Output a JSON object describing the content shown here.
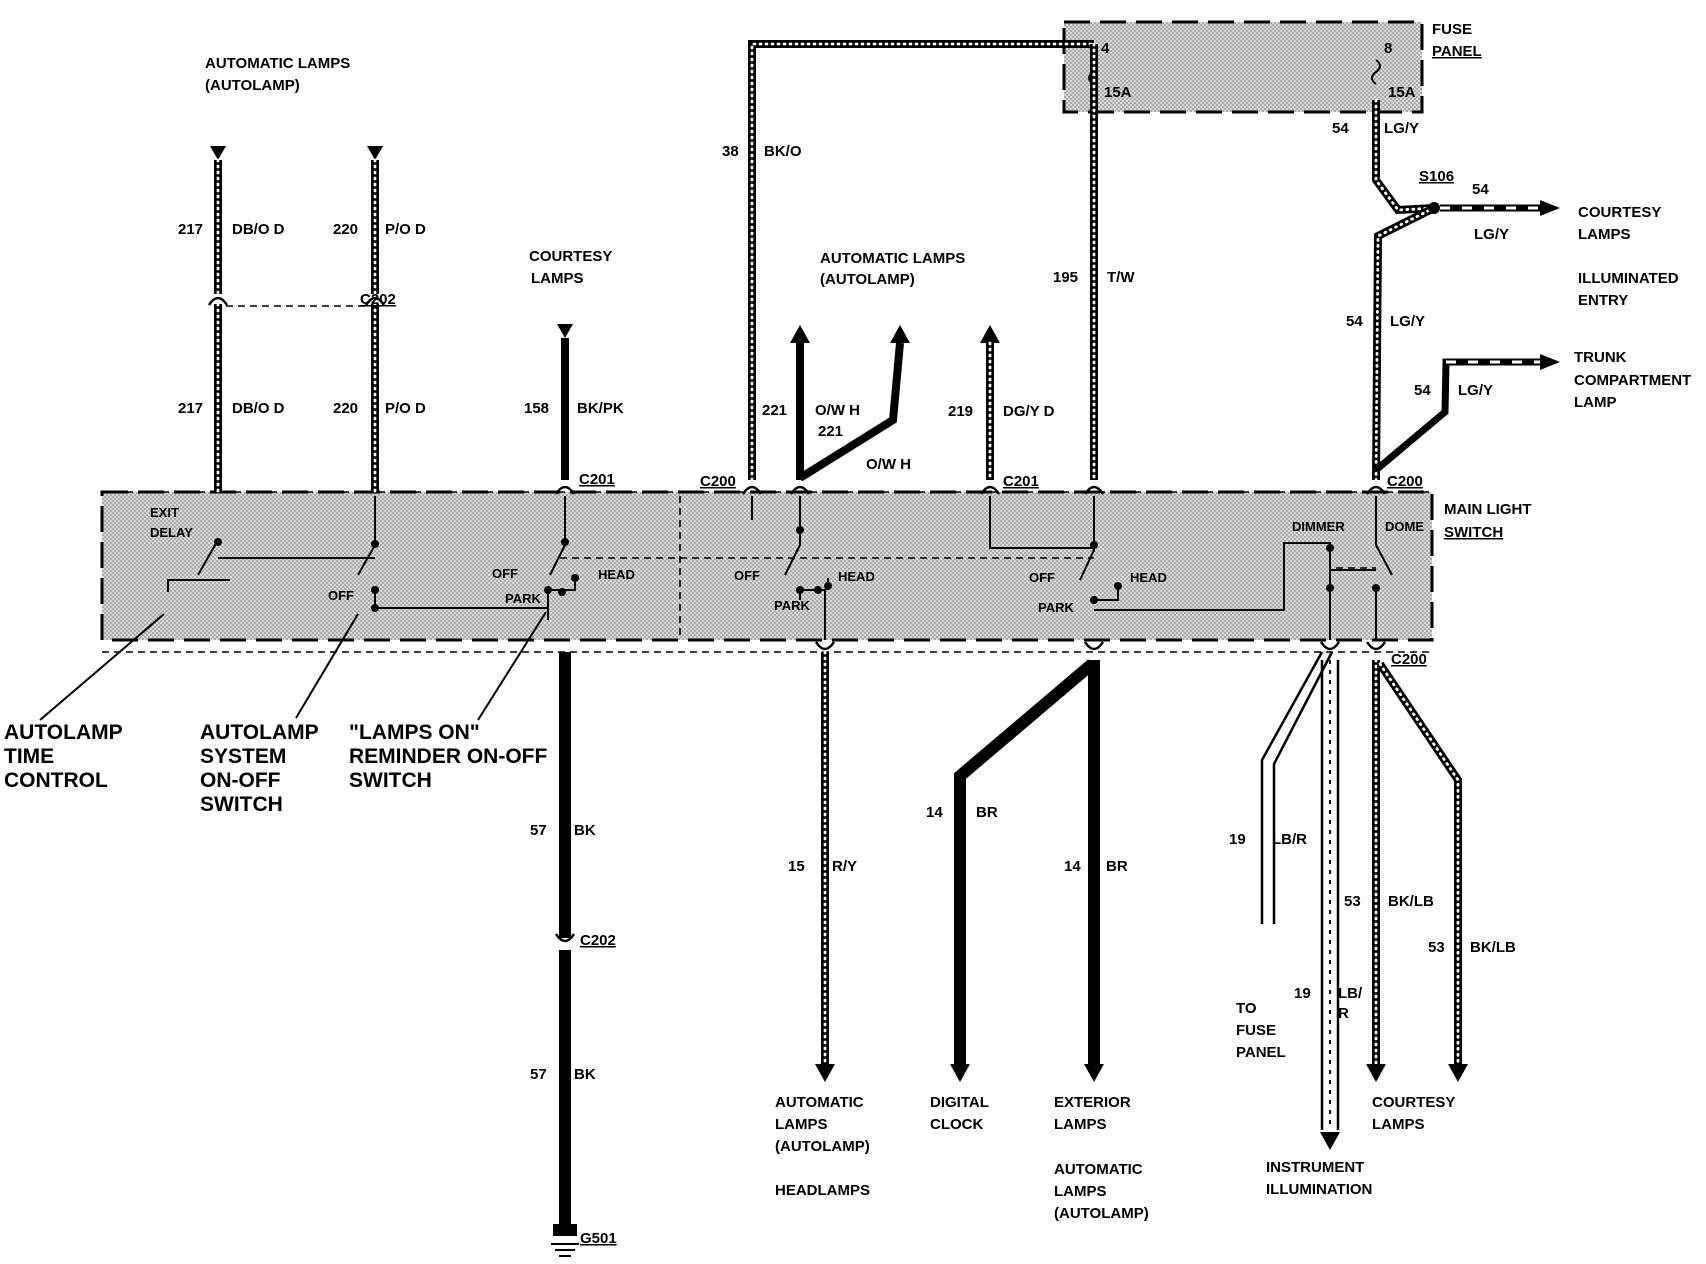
{
  "title_left": [
    "AUTOMATIC LAMPS",
    "(AUTOLAMP)"
  ],
  "title_mid": [
    "AUTOMATIC LAMPS",
    "(AUTOLAMP)"
  ],
  "fuse_panel": {
    "label": [
      "FUSE",
      "PANEL"
    ],
    "fuse_a_num": "4",
    "fuse_a_rating": "15A",
    "fuse_b_num": "8",
    "fuse_b_rating": "15A"
  },
  "main_light_switch": [
    "MAIN LIGHT",
    "SWITCH"
  ],
  "connectors": {
    "c200": "C200",
    "c201": "C201",
    "c202": "C202",
    "s106": "S106",
    "g501": "G501"
  },
  "switch_labels": {
    "exit_delay": [
      "EXIT",
      "DELAY"
    ],
    "off": "OFF",
    "park": "PARK",
    "head": "HEAD",
    "dimmer": "DIMMER",
    "dome": "DOME"
  },
  "components": {
    "autolamp_time_control": [
      "AUTOLAMP",
      "TIME",
      "CONTROL"
    ],
    "autolamp_system_switch": [
      "AUTOLAMP",
      "SYSTEM",
      "ON-OFF",
      "SWITCH"
    ],
    "lamps_on_reminder": [
      "\"LAMPS ON\"",
      "REMINDER ON-OFF",
      "SWITCH"
    ]
  },
  "destinations": {
    "courtesy_lamps_top": [
      "COURTESY",
      "LAMPS"
    ],
    "courtesy_lamps_right": [
      "COURTESY",
      "LAMPS"
    ],
    "illuminated_entry": [
      "ILLUMINATED",
      "ENTRY"
    ],
    "trunk_lamp": [
      "TRUNK",
      "COMPARTMENT",
      "LAMP"
    ],
    "autolamp_headlamps": [
      "AUTOMATIC",
      "LAMPS",
      "(AUTOLAMP)"
    ],
    "headlamps": "HEADLAMPS",
    "digital_clock": [
      "DIGITAL",
      "CLOCK"
    ],
    "exterior_lamps": [
      "EXTERIOR",
      "LAMPS"
    ],
    "autolamp_exterior": [
      "AUTOMATIC",
      "LAMPS",
      "(AUTOLAMP)"
    ],
    "to_fuse_panel": [
      "TO",
      "FUSE",
      "PANEL"
    ],
    "instrument_illumination": [
      "INSTRUMENT",
      "ILLUMINATION"
    ],
    "courtesy_lamps_bottom": [
      "COURTESY",
      "LAMPS"
    ]
  },
  "wires": {
    "w217a": {
      "num": "217",
      "color": "DB/O D"
    },
    "w217b": {
      "num": "217",
      "color": "DB/O D"
    },
    "w220a": {
      "num": "220",
      "color": "P/O D"
    },
    "w220b": {
      "num": "220",
      "color": "P/O D"
    },
    "w158": {
      "num": "158",
      "color": "BK/PK"
    },
    "w57a": {
      "num": "57",
      "color": "BK"
    },
    "w57b": {
      "num": "57",
      "color": "BK"
    },
    "w38": {
      "num": "38",
      "color": "BK/O"
    },
    "w221a": {
      "num": "221",
      "color": "O/W H"
    },
    "w221b": {
      "num": "221",
      "color": "O/W H"
    },
    "w219": {
      "num": "219",
      "color": "DG/Y D"
    },
    "w195": {
      "num": "195",
      "color": "T/W"
    },
    "w54a": {
      "num": "54",
      "color": "LG/Y"
    },
    "w54b": {
      "num": "54",
      "color": "LG/Y"
    },
    "w54c": {
      "num": "54",
      "color": "LG/Y"
    },
    "w54d": {
      "num": "54",
      "color": "LG/Y"
    },
    "w15": {
      "num": "15",
      "color": "R/Y"
    },
    "w14a": {
      "num": "14",
      "color": "BR"
    },
    "w14b": {
      "num": "14",
      "color": "BR"
    },
    "w19a": {
      "num": "19",
      "color": "LB/R"
    },
    "w19b": {
      "num": "19",
      "color": "LB/",
      "color2": "R"
    },
    "w53a": {
      "num": "53",
      "color": "BK/LB"
    },
    "w53b": {
      "num": "53",
      "color": "BK/LB"
    }
  }
}
